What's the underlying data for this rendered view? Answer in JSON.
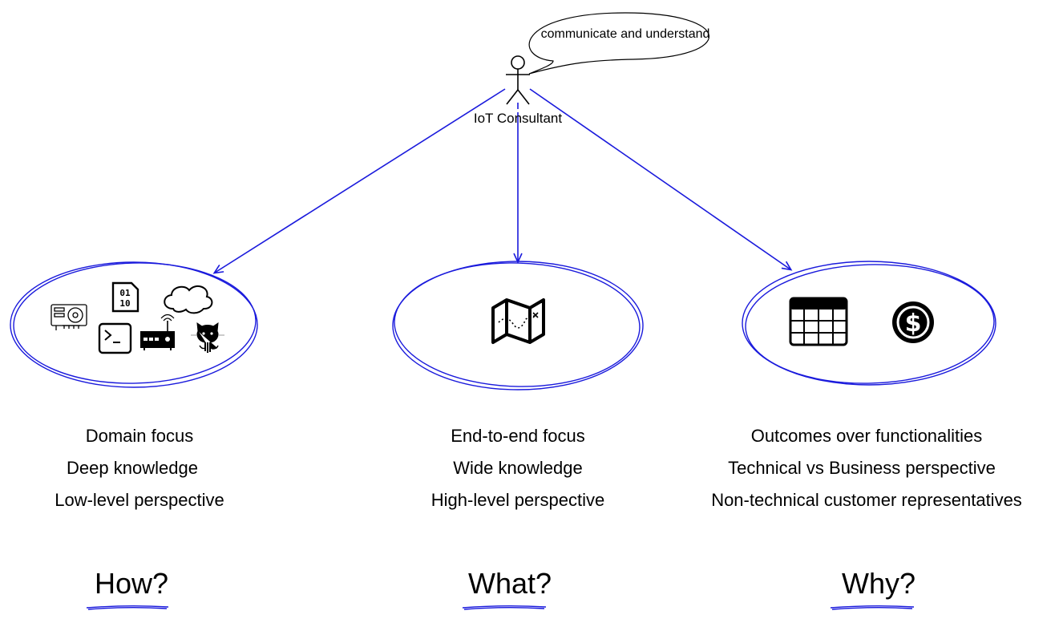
{
  "actor": {
    "label": "IoT Consultant",
    "speech": "communicate and understand"
  },
  "columns": [
    {
      "id": "how",
      "icons": [
        "graphics-card-icon",
        "binary-file-icon",
        "cloud-icon",
        "terminal-icon",
        "router-icon",
        "github-octocat-icon"
      ],
      "items": [
        "Domain focus",
        "Deep knowledge",
        "Low-level perspective"
      ],
      "question": "How?"
    },
    {
      "id": "what",
      "icons": [
        "map-icon"
      ],
      "items": [
        "End-to-end focus",
        "Wide knowledge",
        "High-level perspective"
      ],
      "question": "What?"
    },
    {
      "id": "why",
      "icons": [
        "spreadsheet-icon",
        "dollar-icon"
      ],
      "items": [
        "Outcomes over functionalities",
        "Technical vs Business perspective",
        "Non-technical customer representatives"
      ],
      "question": "Why?"
    }
  ],
  "colors": {
    "accent": "#1a1adc",
    "ink": "#000000"
  }
}
